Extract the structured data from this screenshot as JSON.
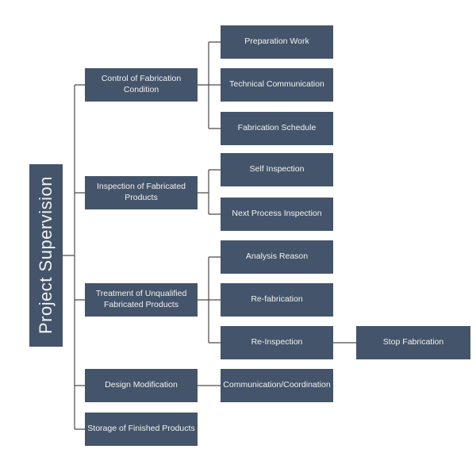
{
  "colors": {
    "node_fill": "#44546A",
    "node_text": "#F2F2F2",
    "connector": "#4A4A4A",
    "background": "#FFFFFF"
  },
  "diagram": {
    "title": "Project Supervision",
    "nodes": {
      "root": "Project Supervision",
      "control": "Control of Fabrication Condition",
      "preparation": "Preparation Work",
      "technical": "Technical Communication",
      "schedule": "Fabrication Schedule",
      "inspection": "Inspection of Fabricated Products",
      "self_inspection": "Self Inspection",
      "next_process": "Next Process Inspection",
      "treatment": "Treatment of Unqualified Fabricated Products",
      "analysis": "Analysis Reason",
      "refabrication": "Re-fabrication",
      "reinspection": "Re-Inspection",
      "stop": "Stop Fabrication",
      "design": "Design Modification",
      "communication": "Communication/Coordination",
      "storage": "Storage of Finished Products"
    },
    "edges": [
      [
        "Project Supervision",
        "Control of Fabrication Condition"
      ],
      [
        "Project Supervision",
        "Inspection of Fabricated Products"
      ],
      [
        "Project Supervision",
        "Treatment of Unqualified Fabricated Products"
      ],
      [
        "Project Supervision",
        "Design Modification"
      ],
      [
        "Project Supervision",
        "Storage of Finished Products"
      ],
      [
        "Control of Fabrication Condition",
        "Preparation Work"
      ],
      [
        "Control of Fabrication Condition",
        "Technical Communication"
      ],
      [
        "Control of Fabrication Condition",
        "Fabrication Schedule"
      ],
      [
        "Inspection of Fabricated Products",
        "Self Inspection"
      ],
      [
        "Inspection of Fabricated Products",
        "Next Process Inspection"
      ],
      [
        "Treatment of Unqualified Fabricated Products",
        "Analysis Reason"
      ],
      [
        "Treatment of Unqualified Fabricated Products",
        "Re-fabrication"
      ],
      [
        "Treatment of Unqualified Fabricated Products",
        "Re-Inspection"
      ],
      [
        "Re-Inspection",
        "Stop Fabrication"
      ],
      [
        "Design Modification",
        "Communication/Coordination"
      ]
    ]
  }
}
